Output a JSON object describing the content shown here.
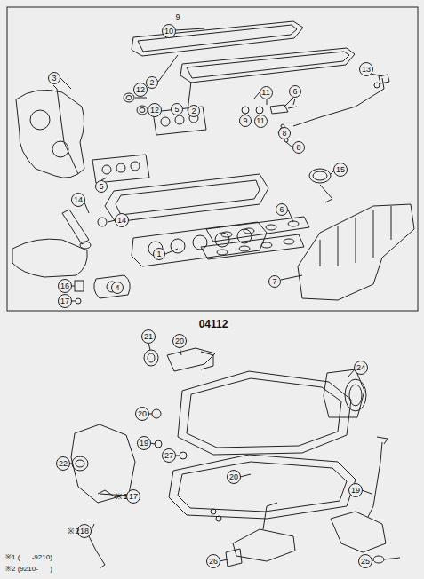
{
  "diagram": {
    "nodes": [
      {
        "text": [
          "10"
        ]
      },
      {
        "text": [
          "13"
        ]
      },
      {
        "text": [
          "3"
        ]
      },
      {
        "text": [
          "2"
        ]
      },
      {
        "text": [
          "11"
        ]
      },
      {
        "text": [
          "6"
        ]
      },
      {
        "text": [
          "12"
        ]
      },
      {
        "text": [
          "5"
        ]
      },
      {
        "text": [
          "12"
        ]
      },
      {
        "text": [
          "2"
        ]
      },
      {
        "text": [
          "9"
        ]
      },
      {
        "text": [
          "11"
        ]
      },
      {
        "text": [
          "8"
        ]
      },
      {
        "text": [
          "8"
        ]
      },
      {
        "text": [
          "15"
        ]
      },
      {
        "text": [
          "5"
        ]
      },
      {
        "text": [
          "14"
        ]
      },
      {
        "text": [
          "6"
        ]
      },
      {
        "text": [
          "14"
        ]
      },
      {
        "text": [
          "1"
        ]
      },
      {
        "text": [
          "7"
        ]
      },
      {
        "text": [
          "16"
        ]
      },
      {
        "text": [
          "4"
        ]
      },
      {
        "text": [
          "17"
        ]
      },
      {
        "text": [
          "21"
        ]
      },
      {
        "text": [
          "20"
        ]
      },
      {
        "text": [
          "24"
        ]
      },
      {
        "text": [
          "20"
        ]
      },
      {
        "text": [
          "19"
        ]
      },
      {
        "text": [
          "27"
        ]
      },
      {
        "text": [
          "22"
        ]
      },
      {
        "text": [
          "20"
        ]
      },
      {
        "text": [
          "19"
        ]
      },
      {
        "text": [
          "17"
        ]
      },
      {
        "text": [
          "18"
        ]
      },
      {
        "text": [
          "26"
        ]
      },
      {
        "text": [
          "25"
        ]
      }
    ],
    "labels": [
      "9",
      "04112",
      "※1",
      "※2",
      "※1 (      -9210)",
      "※2 (9210-      )"
    ]
  }
}
